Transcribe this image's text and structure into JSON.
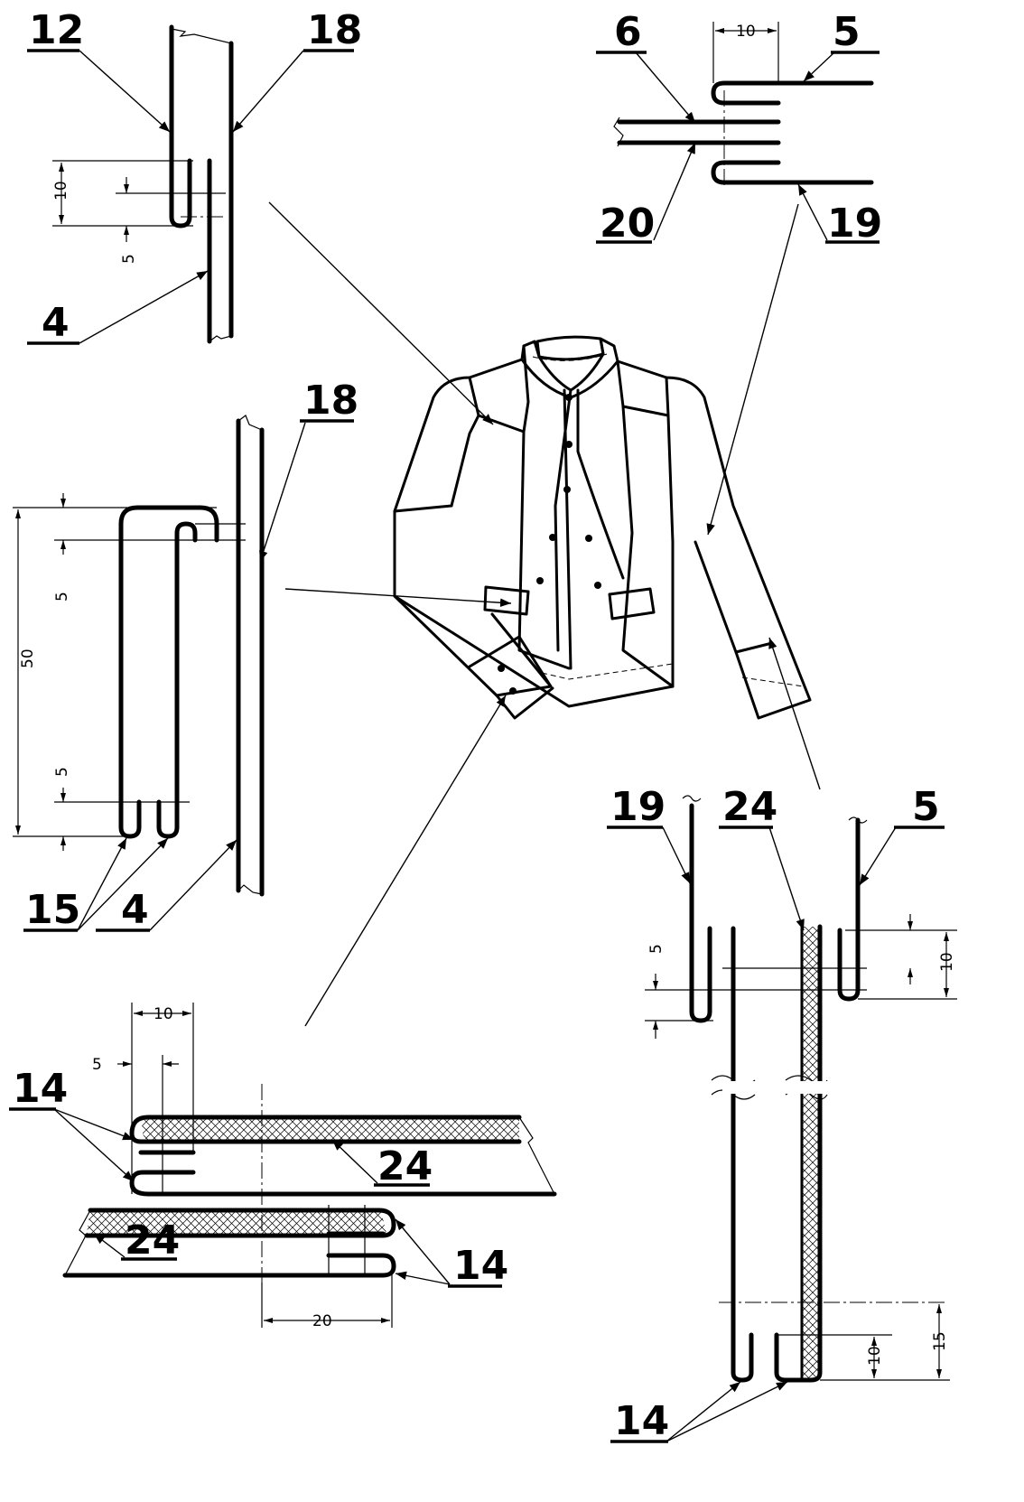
{
  "callouts": {
    "tl_12": "12",
    "tl_18": "18",
    "tl_4": "4",
    "tr_6": "6",
    "tr_5": "5",
    "tr_20": "20",
    "tr_19": "19",
    "ml_18": "18",
    "ml_15": "15",
    "ml_4": "4",
    "bl_14a": "14",
    "bl_24a": "24",
    "bl_24b": "24",
    "bl_14b": "14",
    "br_19": "19",
    "br_24": "24",
    "br_5": "5",
    "br_14": "14"
  },
  "dimensions": {
    "tl_10": "10",
    "tl_5": "5",
    "tr_10": "10",
    "ml_5a": "5",
    "ml_50": "50",
    "ml_5b": "5",
    "bl_10": "10",
    "bl_5": "5",
    "bl_20": "20",
    "br_5": "5",
    "br_10a": "10",
    "br_10b": "10",
    "br_15": "15"
  }
}
